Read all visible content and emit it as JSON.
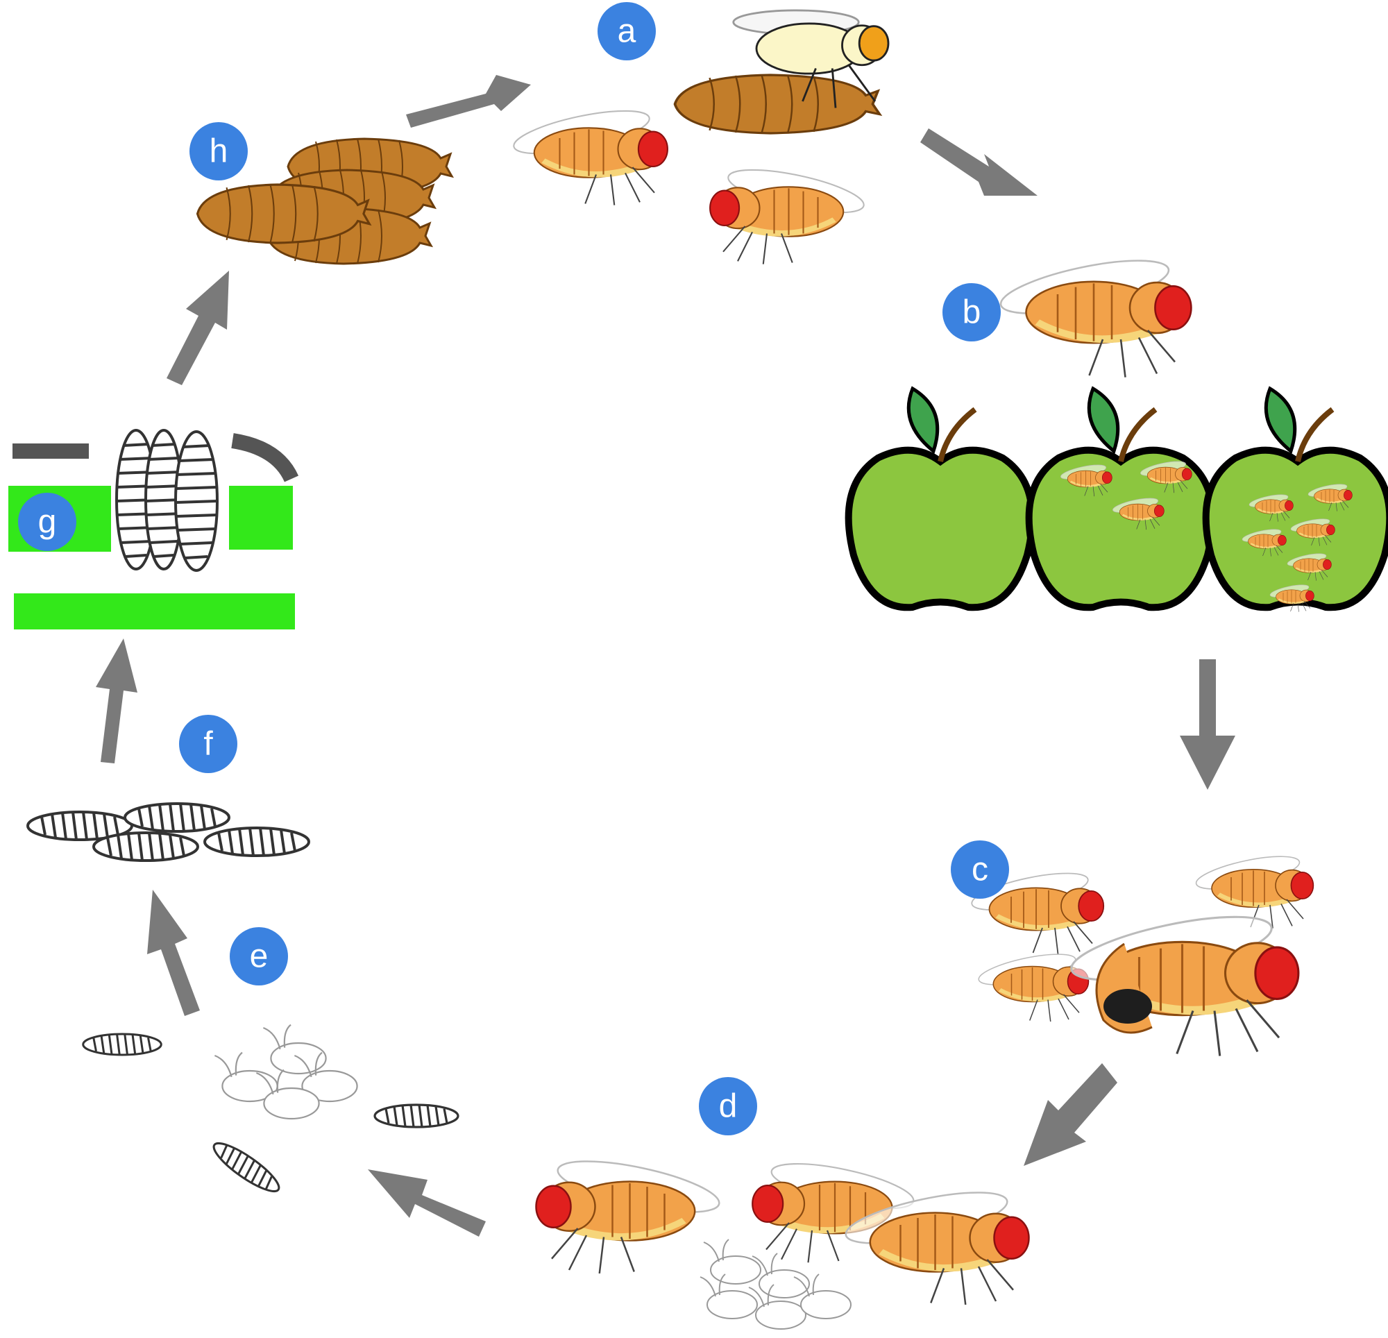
{
  "colors": {
    "badge": "#3b82e0",
    "badge_text": "#ffffff",
    "arrow": "#7a7a7a",
    "pupa": "#c27d2a",
    "fly_body": "#f2a24a",
    "fly_eye": "#e0201e",
    "fly_belly": "#f6d57a",
    "apple": "#8cc63f",
    "leaf": "#3fa34d",
    "food_medium": "#33e81a",
    "larva_stroke": "#333333",
    "egg": "#ffffff"
  },
  "stages": [
    {
      "label": "a",
      "icon": "eclosion-icon"
    },
    {
      "label": "b",
      "icon": "adult-fly-icon"
    },
    {
      "label": "c",
      "icon": "mating-flies-icon"
    },
    {
      "label": "d",
      "icon": "egg-laying-icon"
    },
    {
      "label": "e",
      "icon": "egg-hatching-icon"
    },
    {
      "label": "f",
      "icon": "larvae-icon"
    },
    {
      "label": "g",
      "icon": "wandering-larvae-icon"
    },
    {
      "label": "h",
      "icon": "pupae-icon"
    }
  ]
}
